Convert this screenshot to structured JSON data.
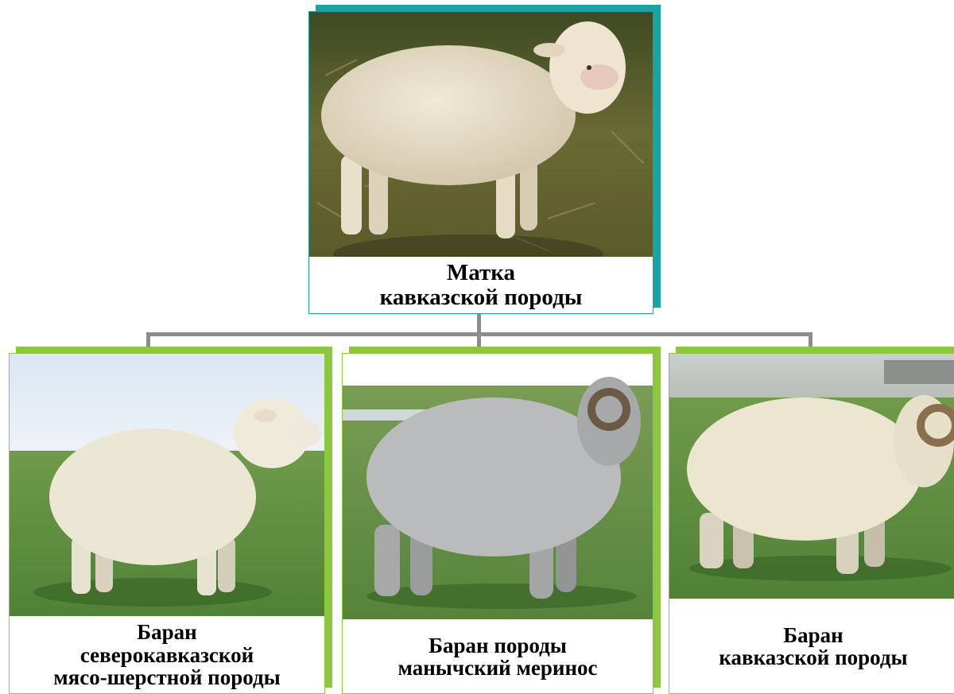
{
  "root": {
    "caption_line1": "Матка",
    "caption_line2": "кавказской породы"
  },
  "children": [
    {
      "caption_line1": "Баран",
      "caption_line2": "северокавказской",
      "caption_line3": "мясо-шерстной породы"
    },
    {
      "caption_line1": "Баран породы",
      "caption_line2": "манычский меринос"
    },
    {
      "caption_line1": "Баран",
      "caption_line2": "кавказской породы"
    }
  ],
  "colors": {
    "root_frame": "#19a3a3",
    "child_frame": "#8dc63f",
    "connector": "#8c8c8c"
  }
}
